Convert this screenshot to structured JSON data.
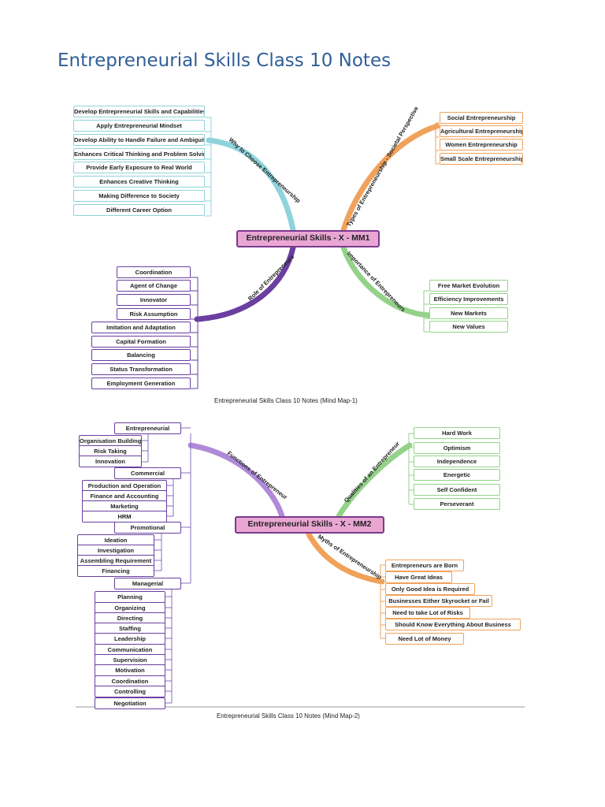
{
  "title": "Entrepreneurial Skills Class 10 Notes",
  "map1": {
    "center": "Entrepreneurial Skills - X - MM1",
    "caption": "Entrepreneurial Skills Class 10 Notes (Mind Map-1)",
    "branches": {
      "why": {
        "label": "Why to Choose Entrepreneurship",
        "color": "#8fd3dc",
        "items": [
          "Develop Entrepreneurial Skills and Capabilities",
          "Apply Entrepreneurial Mindset",
          "Develop Ability to Handle Failure and Ambiguity",
          "Enhances Critical Thinking and Problem Solving",
          "Provide Early Exposure to Real World",
          "Enhances Creative Thinking",
          "Making Difference to Society",
          "Different Career Option"
        ]
      },
      "types": {
        "label": "Types of Entrepreneurship - Societal Perspective",
        "color": "#f0a25a",
        "items": [
          "Social Entrepreneurship",
          "Agricultural Entrepreneurship",
          "Women Entrepreneurship",
          "Small Scale Entrepreneurship"
        ]
      },
      "role": {
        "label": "Role of Entrepreneurs",
        "color": "#6a3fa0",
        "items": [
          "Coordination",
          "Agent of Change",
          "Innovator",
          "Risk Assumption",
          "Imitation and Adaptation",
          "Capital Formation",
          "Balancing",
          "Status Transformation",
          "Employment Generation"
        ]
      },
      "importance": {
        "label": "Importance of Entrepreneurs",
        "color": "#94d28a",
        "items": [
          "Free Market Evolution",
          "Efficiency Improvements",
          "New Markets",
          "New Values"
        ]
      }
    }
  },
  "map2": {
    "center": "Entrepreneurial Skills - X - MM2",
    "caption": "Entrepreneurial Skills Class 10 Notes (Mind Map-2)",
    "branches": {
      "functions": {
        "label": "Functions of Entrepreneur",
        "color": "#b08ad8",
        "groups": [
          {
            "name": "Entrepreneurial",
            "items": [
              "Organisation Building",
              "Risk Taking",
              "Innovation"
            ]
          },
          {
            "name": "Commercial",
            "items": [
              "Production and Operation",
              "Finance and Accounting",
              "Marketing",
              "HRM"
            ]
          },
          {
            "name": "Promotional",
            "items": [
              "Ideation",
              "Investigation",
              "Assembling Requirement",
              "Financing"
            ]
          },
          {
            "name": "Managerial",
            "items": [
              "Planning",
              "Organizing",
              "Directing",
              "Staffing",
              "Leadership",
              "Communication",
              "Supervision",
              "Motivation",
              "Coordination",
              "Controlling",
              "Negotiation"
            ]
          }
        ]
      },
      "qualities": {
        "label": "Qualities of an Entrepreneur",
        "color": "#94d28a",
        "items": [
          "Hard Work",
          "Optimism",
          "Independence",
          "Energetic",
          "Self Confident",
          "Perseverant"
        ]
      },
      "myths": {
        "label": "Myths of Entrepreneurship",
        "color": "#f0a25a",
        "items": [
          "Entrepreneurs are Born",
          "Have Great Ideas",
          "Only Good Idea is Required",
          "Businesses Either Skyrocket  or Fail",
          "Need to take Lot of Risks",
          "Should Know Everything About Business",
          "Need Lot of Money"
        ]
      }
    }
  }
}
